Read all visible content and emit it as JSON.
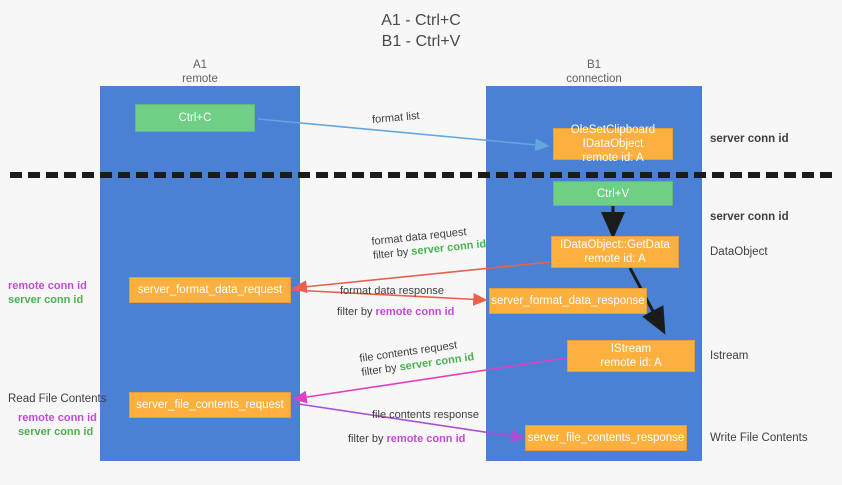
{
  "title": {
    "line1": "A1 - Ctrl+C",
    "line2": "B1 - Ctrl+V"
  },
  "lanes": [
    {
      "id": "a1",
      "name": "A1",
      "sub": "remote"
    },
    {
      "id": "b1",
      "name": "B1",
      "sub": "connection"
    }
  ],
  "colors": {
    "lane": "#4a81d4",
    "green_box": "#6fcf84",
    "orange_box": "#fbb040",
    "server_conn_id": "#4caf50",
    "remote_conn_id": "#c24bd6",
    "arrow_blue": "#63a6e0",
    "arrow_red": "#e8614c",
    "arrow_magenta": "#e040c0",
    "arrow_purple": "#a94fd3",
    "arrow_black": "#1b1b1b",
    "divider": "#1b1b1b"
  },
  "boxes": {
    "ctrl_c": {
      "line1": "Ctrl+C",
      "line2": "",
      "style": "green"
    },
    "ole_idataobject": {
      "line1": "OleSetClipboard IDataObject",
      "line2": "remote id: A",
      "style": "orange"
    },
    "ctrl_v": {
      "line1": "Ctrl+V",
      "line2": "",
      "style": "green"
    },
    "getdata": {
      "line1": "IDataObject::GetData",
      "line2": "remote id: A",
      "style": "orange"
    },
    "istream": {
      "line1": "IStream",
      "line2": "remote id: A",
      "style": "orange"
    },
    "server_format_data_request": {
      "line1": "server_format_data_request",
      "line2": "",
      "style": "orange"
    },
    "server_format_data_response": {
      "line1": "server_format_data_response",
      "line2": "",
      "style": "orange"
    },
    "server_file_contents_request": {
      "line1": "server_file_contents_request",
      "line2": "",
      "style": "orange"
    },
    "server_file_contents_response": {
      "line1": "server_file_contents_response",
      "line2": "",
      "style": "orange"
    }
  },
  "arrow_labels": {
    "format_list": "format list",
    "format_data_request": "format data request",
    "format_data_request_filter_prefix": "filter by ",
    "format_data_request_filter_value": "server conn id",
    "format_data_response": "format data response",
    "format_data_response_filter_prefix": "filter by ",
    "format_data_response_filter_value": "remote conn id",
    "file_contents_request": "file contents request",
    "file_contents_request_filter_prefix": "filter by ",
    "file_contents_request_filter_value": "server conn id",
    "file_contents_response": "file contents response",
    "file_contents_response_filter_prefix": "filter by ",
    "file_contents_response_filter_value": "remote conn id"
  },
  "right_labels": {
    "server_conn_id_top": "server conn id",
    "server_conn_id_mid": "server conn id",
    "dataobject": "DataObject",
    "istream": "Istream",
    "write_file_contents": "Write File Contents"
  },
  "left_labels": {
    "group_top": {
      "remote": "remote conn id",
      "server": "server conn id"
    },
    "read_file_contents": "Read File Contents",
    "group_bottom": {
      "remote": "remote conn id",
      "server": "server conn id"
    }
  }
}
